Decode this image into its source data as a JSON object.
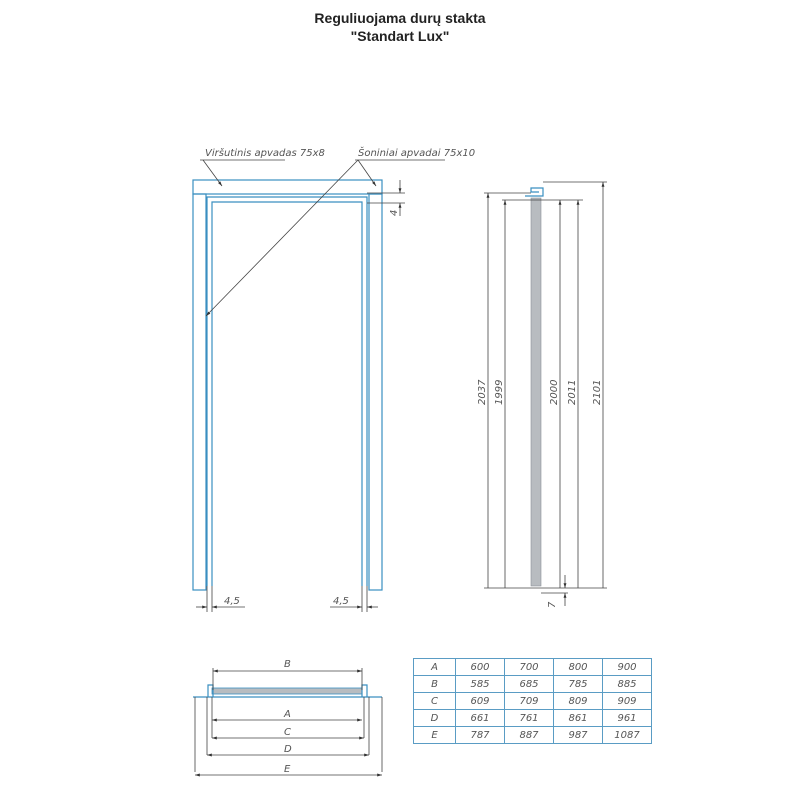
{
  "title": {
    "line1": "Reguliuojama durų stakta",
    "line2": "\"Standart Lux\""
  },
  "front_view": {
    "top_label": "Viršutinis apvadas 75x8",
    "side_label": "Šoniniai apvadai 75x10",
    "gap_top": "4",
    "gap_left": "4,5",
    "gap_right": "4,5"
  },
  "side_view": {
    "dims": [
      "2037",
      "1999",
      "2000",
      "2011",
      "2101"
    ],
    "bottom_gap": "7"
  },
  "section_view": {
    "labels": [
      "B",
      "A",
      "C",
      "D",
      "E"
    ]
  },
  "table": {
    "rows": [
      [
        "A",
        "600",
        "700",
        "800",
        "900"
      ],
      [
        "B",
        "585",
        "685",
        "785",
        "885"
      ],
      [
        "C",
        "609",
        "709",
        "809",
        "909"
      ],
      [
        "D",
        "661",
        "761",
        "861",
        "961"
      ],
      [
        "E",
        "787",
        "887",
        "987",
        "1087"
      ]
    ]
  },
  "colors": {
    "frame": "#3a8fc0",
    "door": "#b8bcc0"
  }
}
